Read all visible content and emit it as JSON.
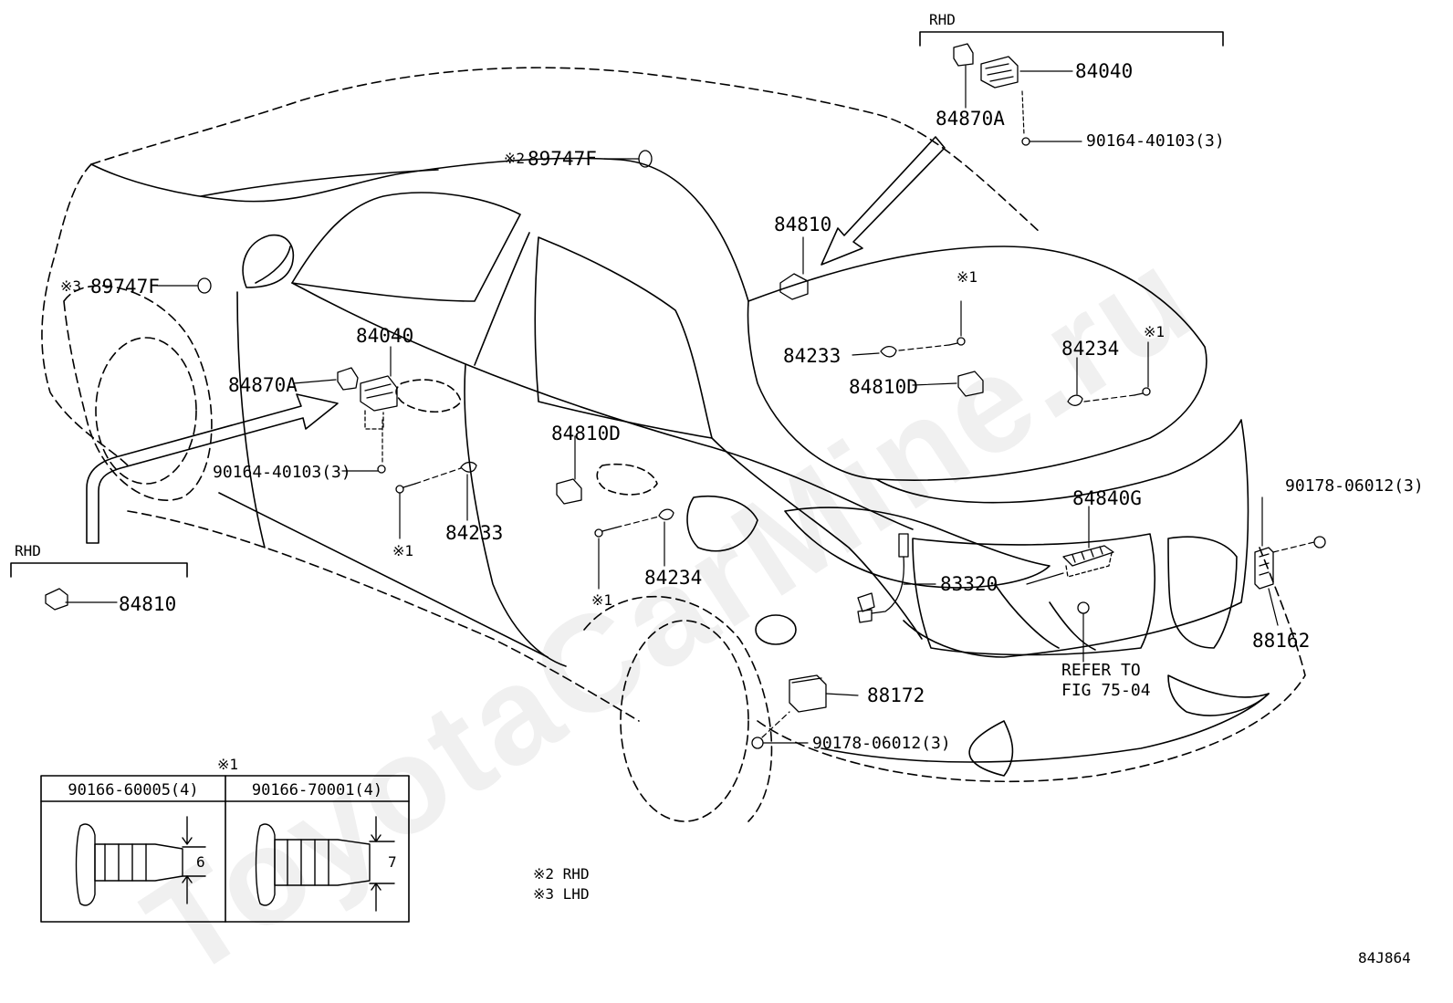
{
  "watermark": "ToyotaCarMine.ru",
  "figure_code": "84J864",
  "sections": {
    "rhd_top": "RHD",
    "rhd_left": "RHD"
  },
  "parts": [
    {
      "key": "p01",
      "text": "84040"
    },
    {
      "key": "p02",
      "text": "84870A"
    },
    {
      "key": "p03",
      "text": "90164-40103(3)"
    },
    {
      "key": "p04",
      "text": "89747F",
      "mark": "※2"
    },
    {
      "key": "p05",
      "text": "84810"
    },
    {
      "key": "p06",
      "text": "89747F",
      "mark": "※3"
    },
    {
      "key": "p07",
      "text": "84040"
    },
    {
      "key": "p08",
      "text": "84870A"
    },
    {
      "key": "p09",
      "text": "84233"
    },
    {
      "key": "p10",
      "text": "84810D"
    },
    {
      "key": "p11",
      "text": "84234"
    },
    {
      "key": "p12",
      "text": "90164-40103(3)"
    },
    {
      "key": "p13",
      "text": "84233"
    },
    {
      "key": "p14",
      "text": "84810D"
    },
    {
      "key": "p15",
      "text": "90178-06012(3)"
    },
    {
      "key": "p16",
      "text": "84840G"
    },
    {
      "key": "p17",
      "text": "84234"
    },
    {
      "key": "p18",
      "text": "83320"
    },
    {
      "key": "p19",
      "text": "84810"
    },
    {
      "key": "p20",
      "text": "88162"
    },
    {
      "key": "p21",
      "text": "88172"
    },
    {
      "key": "p22",
      "text": "90178-06012(3)"
    }
  ],
  "refer": {
    "line1": "REFER TO",
    "line2": "FIG 75-04"
  },
  "marks": [
    "※1",
    "※1",
    "※1",
    "※1",
    "※1"
  ],
  "legend": {
    "r2": "※2  RHD",
    "r3": "※3  LHD"
  },
  "table": {
    "mark": "※1",
    "col1": "90166-60005(4)",
    "col2": "90166-70001(4)",
    "dim1": "6",
    "dim2": "7"
  }
}
